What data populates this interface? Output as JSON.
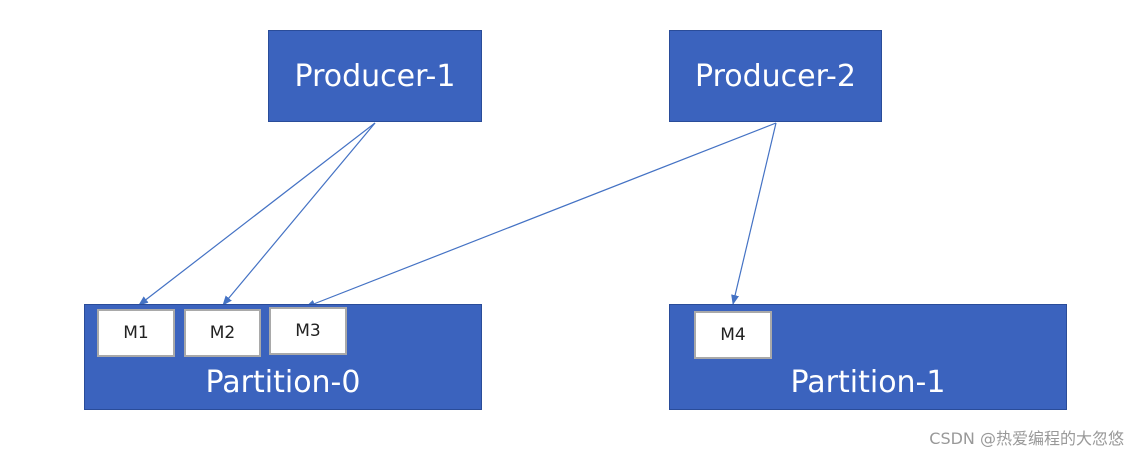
{
  "producers": [
    {
      "label": "Producer-1"
    },
    {
      "label": "Producer-2"
    }
  ],
  "partitions": [
    {
      "label": "Partition-0",
      "messages": [
        "M1",
        "M2",
        "M3"
      ]
    },
    {
      "label": "Partition-1",
      "messages": [
        "M4"
      ]
    }
  ],
  "edges": [
    {
      "from": "Producer-1",
      "to": "M1"
    },
    {
      "from": "Producer-1",
      "to": "M2"
    },
    {
      "from": "Producer-2",
      "to": "M3"
    },
    {
      "from": "Producer-2",
      "to": "M4"
    }
  ],
  "watermark": "CSDN @热爱编程的大忽悠",
  "colors": {
    "box_fill": "#3b63be",
    "arrow": "#4472c4",
    "message_border": "#a9a9a9"
  }
}
